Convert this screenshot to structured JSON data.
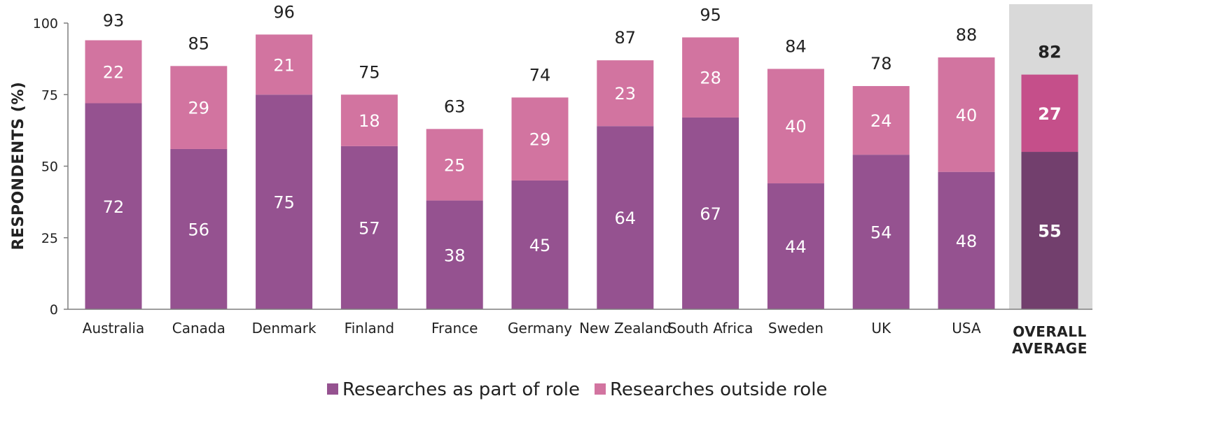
{
  "chart_data": {
    "type": "bar",
    "stacked": true,
    "categories": [
      "Australia",
      "Canada",
      "Denmark",
      "Finland",
      "France",
      "Germany",
      "New Zealand",
      "South Africa",
      "Sweden",
      "UK",
      "USA"
    ],
    "average_category_lines": [
      "OVERALL",
      "AVERAGE"
    ],
    "series": [
      {
        "name": "Researches as part of role",
        "values": [
          72,
          56,
          75,
          57,
          38,
          45,
          64,
          67,
          44,
          54,
          48
        ],
        "average": 55,
        "color": "#955290",
        "average_color": "#723f6d"
      },
      {
        "name": "Researches outside role",
        "values": [
          22,
          29,
          21,
          18,
          25,
          29,
          23,
          28,
          40,
          24,
          40
        ],
        "average": 27,
        "color": "#d274a0",
        "average_color": "#c54f8a"
      }
    ],
    "totals": [
      93,
      85,
      96,
      75,
      63,
      74,
      87,
      95,
      84,
      78,
      88
    ],
    "average_total": 82,
    "ylabel": "RESPONDENTS (%)",
    "ylim": [
      0,
      100
    ],
    "yticks": [
      0,
      25,
      50,
      75,
      100
    ],
    "highlight_background": "#d9d9d9",
    "legend_position": "bottom-center",
    "grid": false
  }
}
